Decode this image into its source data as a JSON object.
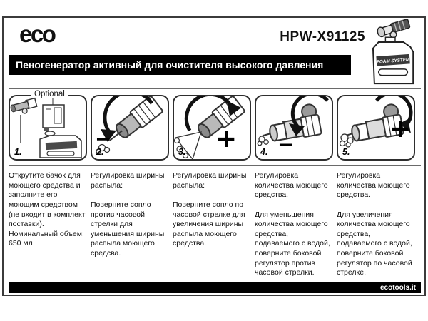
{
  "page": {
    "logo": "eco",
    "model": "HPW-X91125",
    "title": "Пеногенератор активный для очистителя высокого давления",
    "product_label": "FOAM SYSTEM",
    "website": "ecotools.it"
  },
  "steps": [
    {
      "number": "1.",
      "tag": "Optional",
      "description": "Открутите бачок для моющего средства и заполните его моющим средством (не входит в комплект поставки).\nНоминальный объем: 650 мл"
    },
    {
      "number": "2.",
      "sign": "−",
      "description": "Регулировка ширины распыла:\n\nПоверните сопло против  часовой стрелки для уменьшения ширины распыла моющего средсва."
    },
    {
      "number": "3.",
      "sign": "+",
      "description": "Регулировка ширины распыла:\n\nПоверните сопло по часовой стрелке для увеличения ширины распыла моющего средства."
    },
    {
      "number": "4.",
      "sign": "−",
      "description": "Регулировка количества моющего средства.\n\nДля уменьшения количества моющего средства, подаваемого с водой, поверните боковой регулятор против часовой стрелки."
    },
    {
      "number": "5.",
      "sign": "+",
      "description": "Регулировка количества моющего средства.\n\nДля увеличения количества моющего средства, подаваемого с водой, поверните боковой регулятор по часовой стрелке."
    }
  ]
}
